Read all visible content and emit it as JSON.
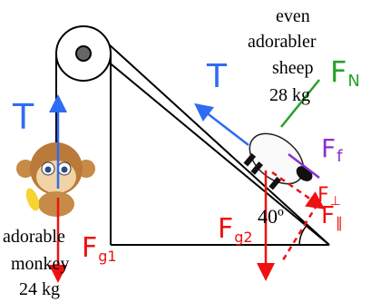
{
  "monkey": {
    "caption_line1": "adorable",
    "caption_line2": "monkey",
    "mass": "24 kg"
  },
  "sheep": {
    "caption_line1": "even",
    "caption_line2": "adorabler",
    "caption_line3": "sheep",
    "mass": "28 kg"
  },
  "incline": {
    "angle_label": "40º"
  },
  "forces": {
    "tension_left": "T",
    "tension_right": "T",
    "normal": "F",
    "normal_sub": "N",
    "friction": "F",
    "friction_sub": "f",
    "gravity_monkey": "F",
    "gravity_monkey_sub": "g1",
    "gravity_sheep_perp": "F",
    "gravity_sheep_perp_sub": "⊥",
    "gravity_sheep_parallel": "F",
    "gravity_sheep_parallel_sub": "∥",
    "gravity_sheep_total": "F",
    "gravity_sheep_total_sub": "g2"
  },
  "colors": {
    "structure": "#000000",
    "tension": "#2f6cf3",
    "normal": "#27a22b",
    "friction": "#8a2fd1",
    "gravity": "#ee1111"
  }
}
